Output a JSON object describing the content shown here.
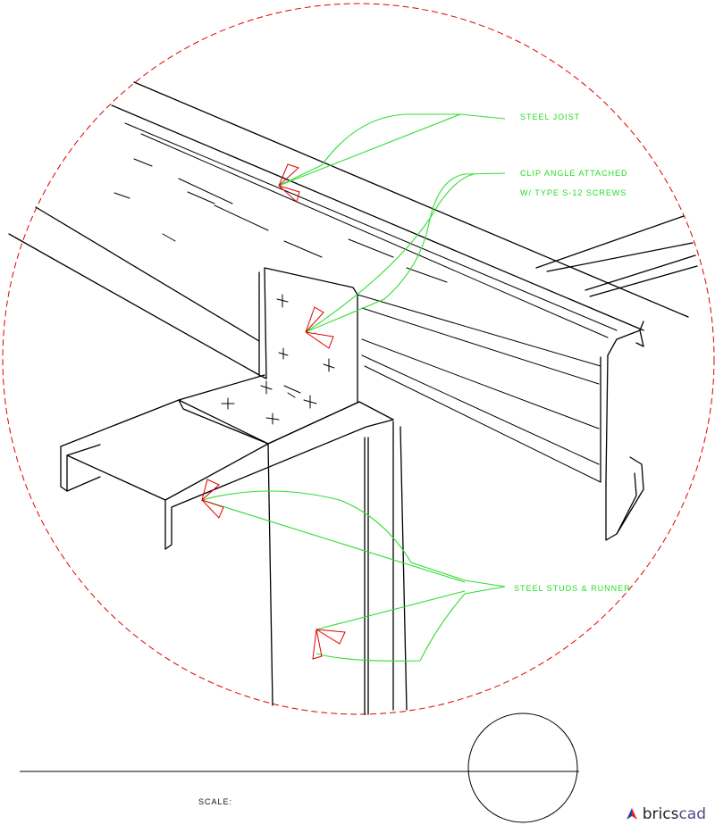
{
  "callouts": {
    "steel_joist": "STEEL JOIST",
    "clip_angle_line1": "CLIP ANGLE ATTACHED",
    "clip_angle_line2": "W/ TYPE S-12 SCREWS",
    "steel_studs": "STEEL STUDS & RUNNER"
  },
  "title_block": {
    "scale_label": "SCALE:"
  },
  "brand": {
    "name_part1": "brics",
    "name_part2": "cad",
    "logo_icon": "bricscad-logo-icon"
  },
  "colors": {
    "detail_circle": "#e00000",
    "leader": "#33dd33",
    "linework": "#000000",
    "brand_primary": "#e02020",
    "brand_secondary": "#2a3fa0"
  }
}
